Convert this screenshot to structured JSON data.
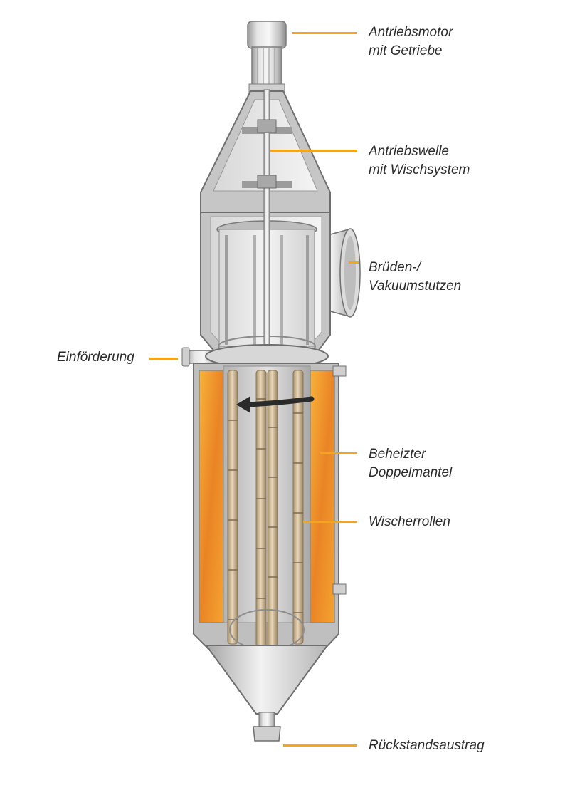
{
  "labels": {
    "motor": [
      "Antriebsmotor",
      "mit Getriebe"
    ],
    "shaft": [
      "Antriebswelle",
      "mit Wischsystem"
    ],
    "vapor": [
      "Brüden-/",
      "Vakuumstutzen"
    ],
    "feed": [
      "Einförderung"
    ],
    "jacket": [
      "Beheizter",
      "Doppelmantel"
    ],
    "rollers": [
      "Wischerrollen"
    ],
    "discharge": [
      "Rückstandsaustrag"
    ]
  },
  "colors": {
    "leader": "#f3a51c",
    "steel_light": "#ebebeb",
    "steel_mid": "#c9c9c9",
    "steel_dark": "#8e8e8e",
    "heating": "#f09a2a",
    "roller": "#d8c4a4"
  },
  "icons": {
    "rotation": "curved-arrow-left-icon"
  }
}
